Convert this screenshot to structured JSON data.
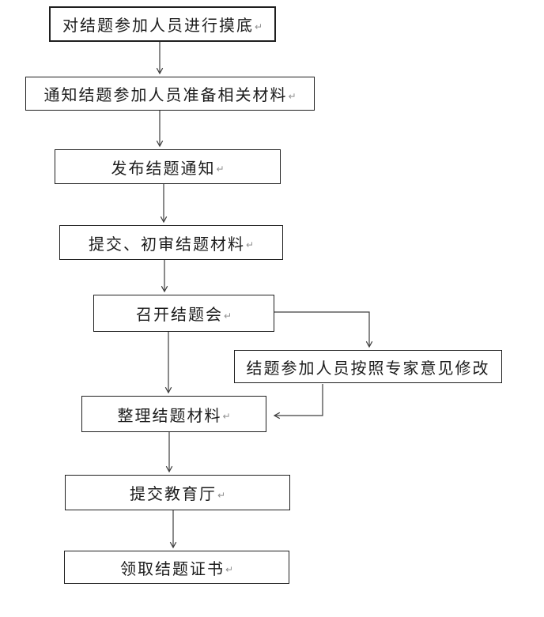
{
  "diagram": {
    "type": "flowchart",
    "return_mark": "↵",
    "nodes": [
      {
        "id": "n1",
        "label": "对结题参加人员进行摸底"
      },
      {
        "id": "n2",
        "label": "通知结题参加人员准备相关材料"
      },
      {
        "id": "n3",
        "label": "发布结题通知"
      },
      {
        "id": "n4",
        "label": "提交、初审结题材料"
      },
      {
        "id": "n5",
        "label": "召开结题会"
      },
      {
        "id": "n6",
        "label": "结题参加人员按照专家意见修改"
      },
      {
        "id": "n7",
        "label": "整理结题材料"
      },
      {
        "id": "n8",
        "label": "提交教育厅"
      },
      {
        "id": "n9",
        "label": "领取结题证书"
      }
    ],
    "edges": [
      {
        "from": "n1",
        "to": "n2"
      },
      {
        "from": "n2",
        "to": "n3"
      },
      {
        "from": "n3",
        "to": "n4"
      },
      {
        "from": "n4",
        "to": "n5"
      },
      {
        "from": "n5",
        "to": "n7"
      },
      {
        "from": "n5",
        "to": "n6"
      },
      {
        "from": "n6",
        "to": "n7"
      },
      {
        "from": "n7",
        "to": "n8"
      },
      {
        "from": "n8",
        "to": "n9"
      }
    ],
    "colors": {
      "line": "#3d3d3d",
      "border": "#1f1f1f",
      "text": "#1c1c1c",
      "background": "#ffffff"
    }
  }
}
